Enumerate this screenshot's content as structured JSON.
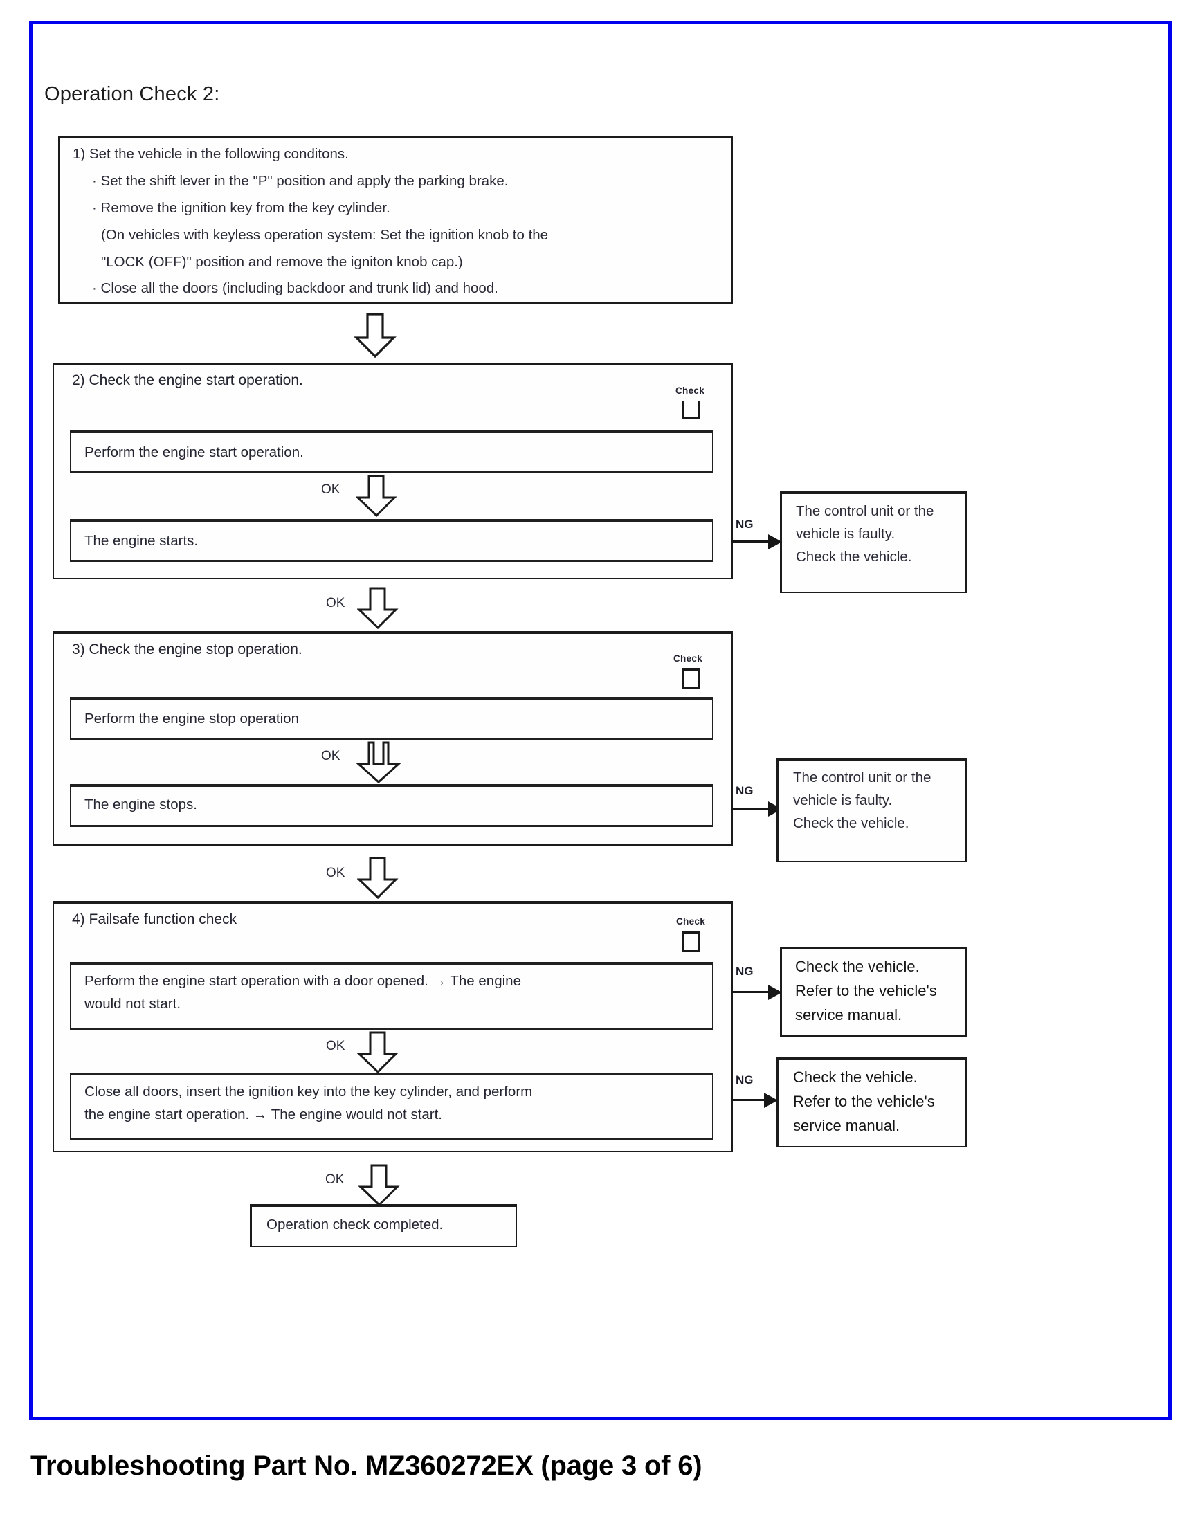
{
  "document": {
    "title": "Operation Check 2:",
    "footer": "Troubleshooting Part No. MZ360272EX (page 3 of 6)",
    "frame_color": "#0000ee"
  },
  "labels": {
    "check": "Check",
    "ok": "OK",
    "ng": "NG"
  },
  "steps": {
    "step1": {
      "heading": "1) Set the vehicle in the following conditons.",
      "bullets": [
        "· Set the shift lever in the \"P\" position and apply the parking brake.",
        "· Remove the ignition key from the key cylinder.",
        "(On vehicles with keyless operation system: Set the ignition knob to the",
        "\"LOCK (OFF)\" position and remove the igniton knob cap.)",
        "· Close all the doors (including backdoor and trunk lid) and hood."
      ]
    },
    "step2": {
      "heading": "2) Check the engine start operation.",
      "check_label": "Check",
      "action": "Perform the engine start operation.",
      "ok_label": "OK",
      "result": "The engine starts.",
      "ng_label": "NG",
      "ng_result": "The control unit or the\nvehicle is faulty.\nCheck the vehicle.",
      "exit_ok_label": "OK"
    },
    "step3": {
      "heading": "3) Check the engine stop operation.",
      "check_label": "Check",
      "action": "Perform the engine stop operation",
      "ok_label": "OK",
      "result": "The engine stops.",
      "ng_label": "NG",
      "ng_result": "The control unit or the\nvehicle is faulty.\nCheck the vehicle.",
      "exit_ok_label": "OK"
    },
    "step4": {
      "heading": "4) Failsafe function check",
      "check_label": "Check",
      "action1": "Perform the engine start operation with a door opened. → The engine\nwould not start.",
      "ng1_label": "NG",
      "ng1_result": "Check the vehicle.\nRefer to the vehicle's\nservice manual.",
      "ok1_label": "OK",
      "action2": "Close all doors, insert the ignition key into the key cylinder, and perform\nthe engine start operation. → The engine would not start.",
      "ng2_label": "NG",
      "ng2_result": "Check the vehicle.\nRefer to the vehicle's\nservice manual.",
      "exit_ok_label": "OK"
    },
    "completed": {
      "text": "Operation check completed."
    }
  }
}
